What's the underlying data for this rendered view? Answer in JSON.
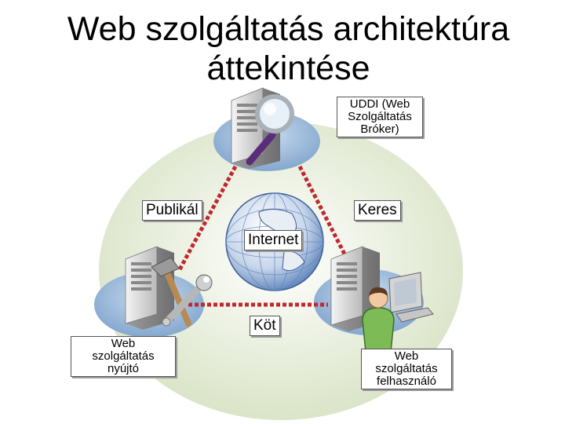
{
  "title": {
    "line1": "Web szolgáltatás architektúra",
    "line2": "áttekintése"
  },
  "labels": {
    "broker": [
      "UDDI (Web",
      "Szolgáltatás",
      "Bróker)"
    ],
    "publish": "Publikál",
    "find": "Keres",
    "internet": "Internet",
    "bind": "Köt",
    "provider": [
      "Web",
      "szolgáltatás",
      "nyújtó"
    ],
    "consumer": [
      "Web",
      "szolgáltatás",
      "felhasználó"
    ]
  },
  "colors": {
    "connector": "#c0282d",
    "background_disc": "#dfe8cf",
    "node_disc": "#8fb2d6",
    "globe": "#5a7fb8"
  },
  "icons": [
    "server-icon",
    "magnifier-icon",
    "globe-icon",
    "hammer-icon",
    "wrench-icon",
    "user-icon",
    "computer-icon"
  ]
}
